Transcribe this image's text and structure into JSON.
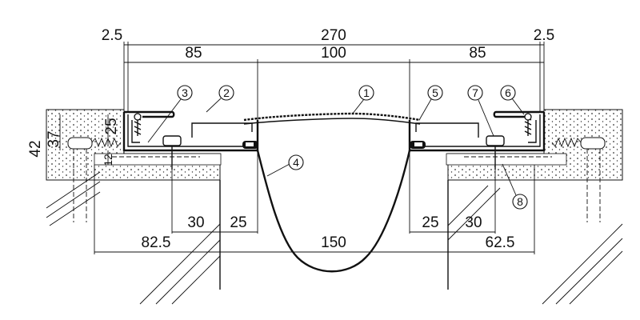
{
  "dimensions": {
    "total_width": "270",
    "edge_gap_left": "2.5",
    "edge_gap_right": "2.5",
    "side_left": "85",
    "center": "100",
    "side_right": "85",
    "height_outer": "42",
    "height_inner": "37",
    "height_frame": "25",
    "height_base": "12",
    "left_30": "30",
    "left_25": "25",
    "right_25": "25",
    "right_30": "30",
    "bottom_left": "82.5",
    "gap_width": "150",
    "bottom_right": "62.5"
  },
  "callouts": [
    "1",
    "2",
    "3",
    "4",
    "5",
    "6",
    "7",
    "8"
  ]
}
